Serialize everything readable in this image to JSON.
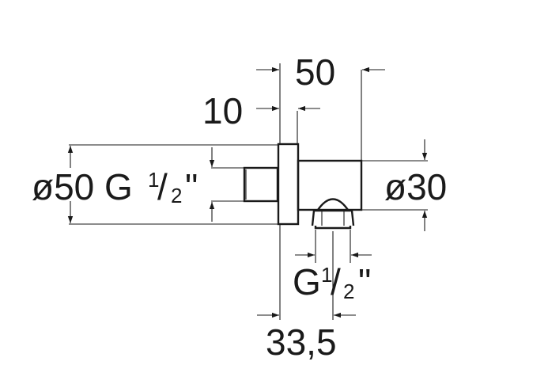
{
  "dimensions": {
    "overall_length": "50",
    "flange_thickness": "10",
    "outlet_offset": "33,5",
    "body_diameter": "ø30",
    "flange_diameter_prefix": "ø50 G",
    "outlet_thread_prefix": "G",
    "fraction_numerator": "1",
    "fraction_slash": "/",
    "fraction_denominator": "2",
    "inch_mark": "\""
  }
}
